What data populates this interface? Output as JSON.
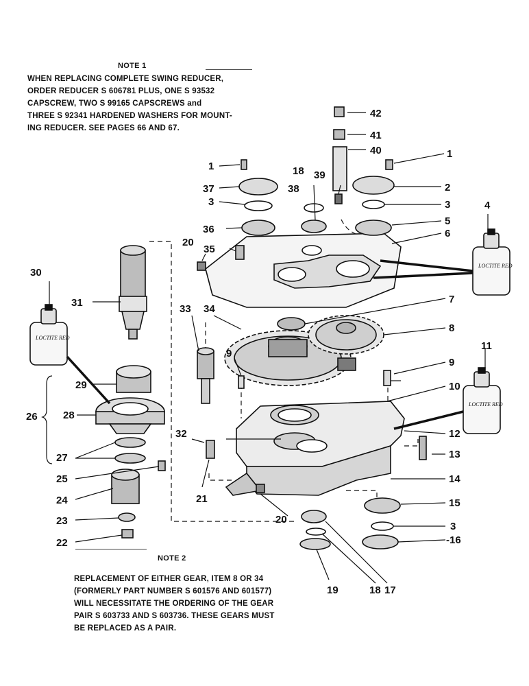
{
  "note1": {
    "title": "NOTE 1",
    "lines": [
      "WHEN REPLACING COMPLETE SWING REDUCER,",
      "ORDER REDUCER S 606781 PLUS, ONE S 93532",
      "CAPSCREW, TWO S 99165 CAPSCREWS and",
      "THREE S 92341 HARDENED WASHERS FOR MOUNT-",
      "ING REDUCER.  SEE PAGES 66 AND 67."
    ]
  },
  "note2": {
    "title": "NOTE 2",
    "lines": [
      "REPLACEMENT OF EITHER GEAR, ITEM 8 OR 34",
      "(FORMERLY PART NUMBER S 601576 AND 601577)",
      "WILL NECESSITATE THE ORDERING OF THE GEAR",
      "PAIR S 603733 AND S 603736.  THESE GEARS MUST",
      "BE REPLACED AS A PAIR."
    ]
  },
  "bottle_text": "LOCTITE RED",
  "callouts": {
    "c1a": "1",
    "c1b": "1",
    "c2": "2",
    "c3a": "3",
    "c3b": "3",
    "c3c": "3",
    "c4": "4",
    "c5": "5",
    "c6": "6",
    "c7": "7",
    "c8": "8",
    "c9a": "9",
    "c9b": "9",
    "c10": "10",
    "c11": "11",
    "c12": "12",
    "c13": "13",
    "c14": "14",
    "c15": "15",
    "c16": "-16",
    "c17": "17",
    "c18a": "18",
    "c18b": "18",
    "c19": "19",
    "c20a": "20",
    "c20b": "20",
    "c21": "21",
    "c22": "22",
    "c23": "23",
    "c24": "24",
    "c25": "25",
    "c26": "26",
    "c27": "27",
    "c28": "28",
    "c29": "29",
    "c30": "30",
    "c31": "31",
    "c32": "32",
    "c33": "33",
    "c34": "34",
    "c35": "35",
    "c36": "36",
    "c37": "37",
    "c38": "38",
    "c39": "39",
    "c40": "40",
    "c41": "41",
    "c42": "42"
  }
}
